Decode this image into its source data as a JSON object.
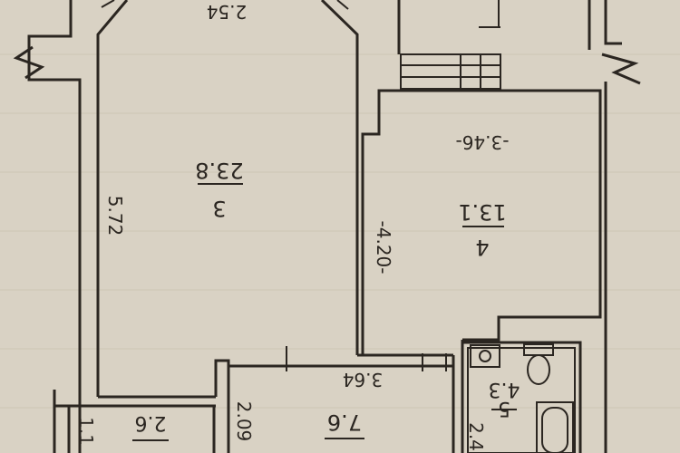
{
  "plan": {
    "rooms": [
      {
        "number": "3",
        "area": "23.8"
      },
      {
        "number": "4",
        "area": "13.1"
      },
      {
        "number": "5",
        "area": "4.3"
      },
      {
        "number": "",
        "area": "7.6"
      },
      {
        "number": "",
        "area": "2.6"
      }
    ],
    "dimensions": [
      {
        "value": "2.54"
      },
      {
        "value": "5.72"
      },
      {
        "value": "-3.46-"
      },
      {
        "value": "-4.20-"
      },
      {
        "value": "3.64"
      },
      {
        "value": "2.09"
      },
      {
        "value": "2.4"
      },
      {
        "value": "1.1"
      }
    ],
    "background_color": "#d9d2c4",
    "line_color": "#2b2621"
  }
}
